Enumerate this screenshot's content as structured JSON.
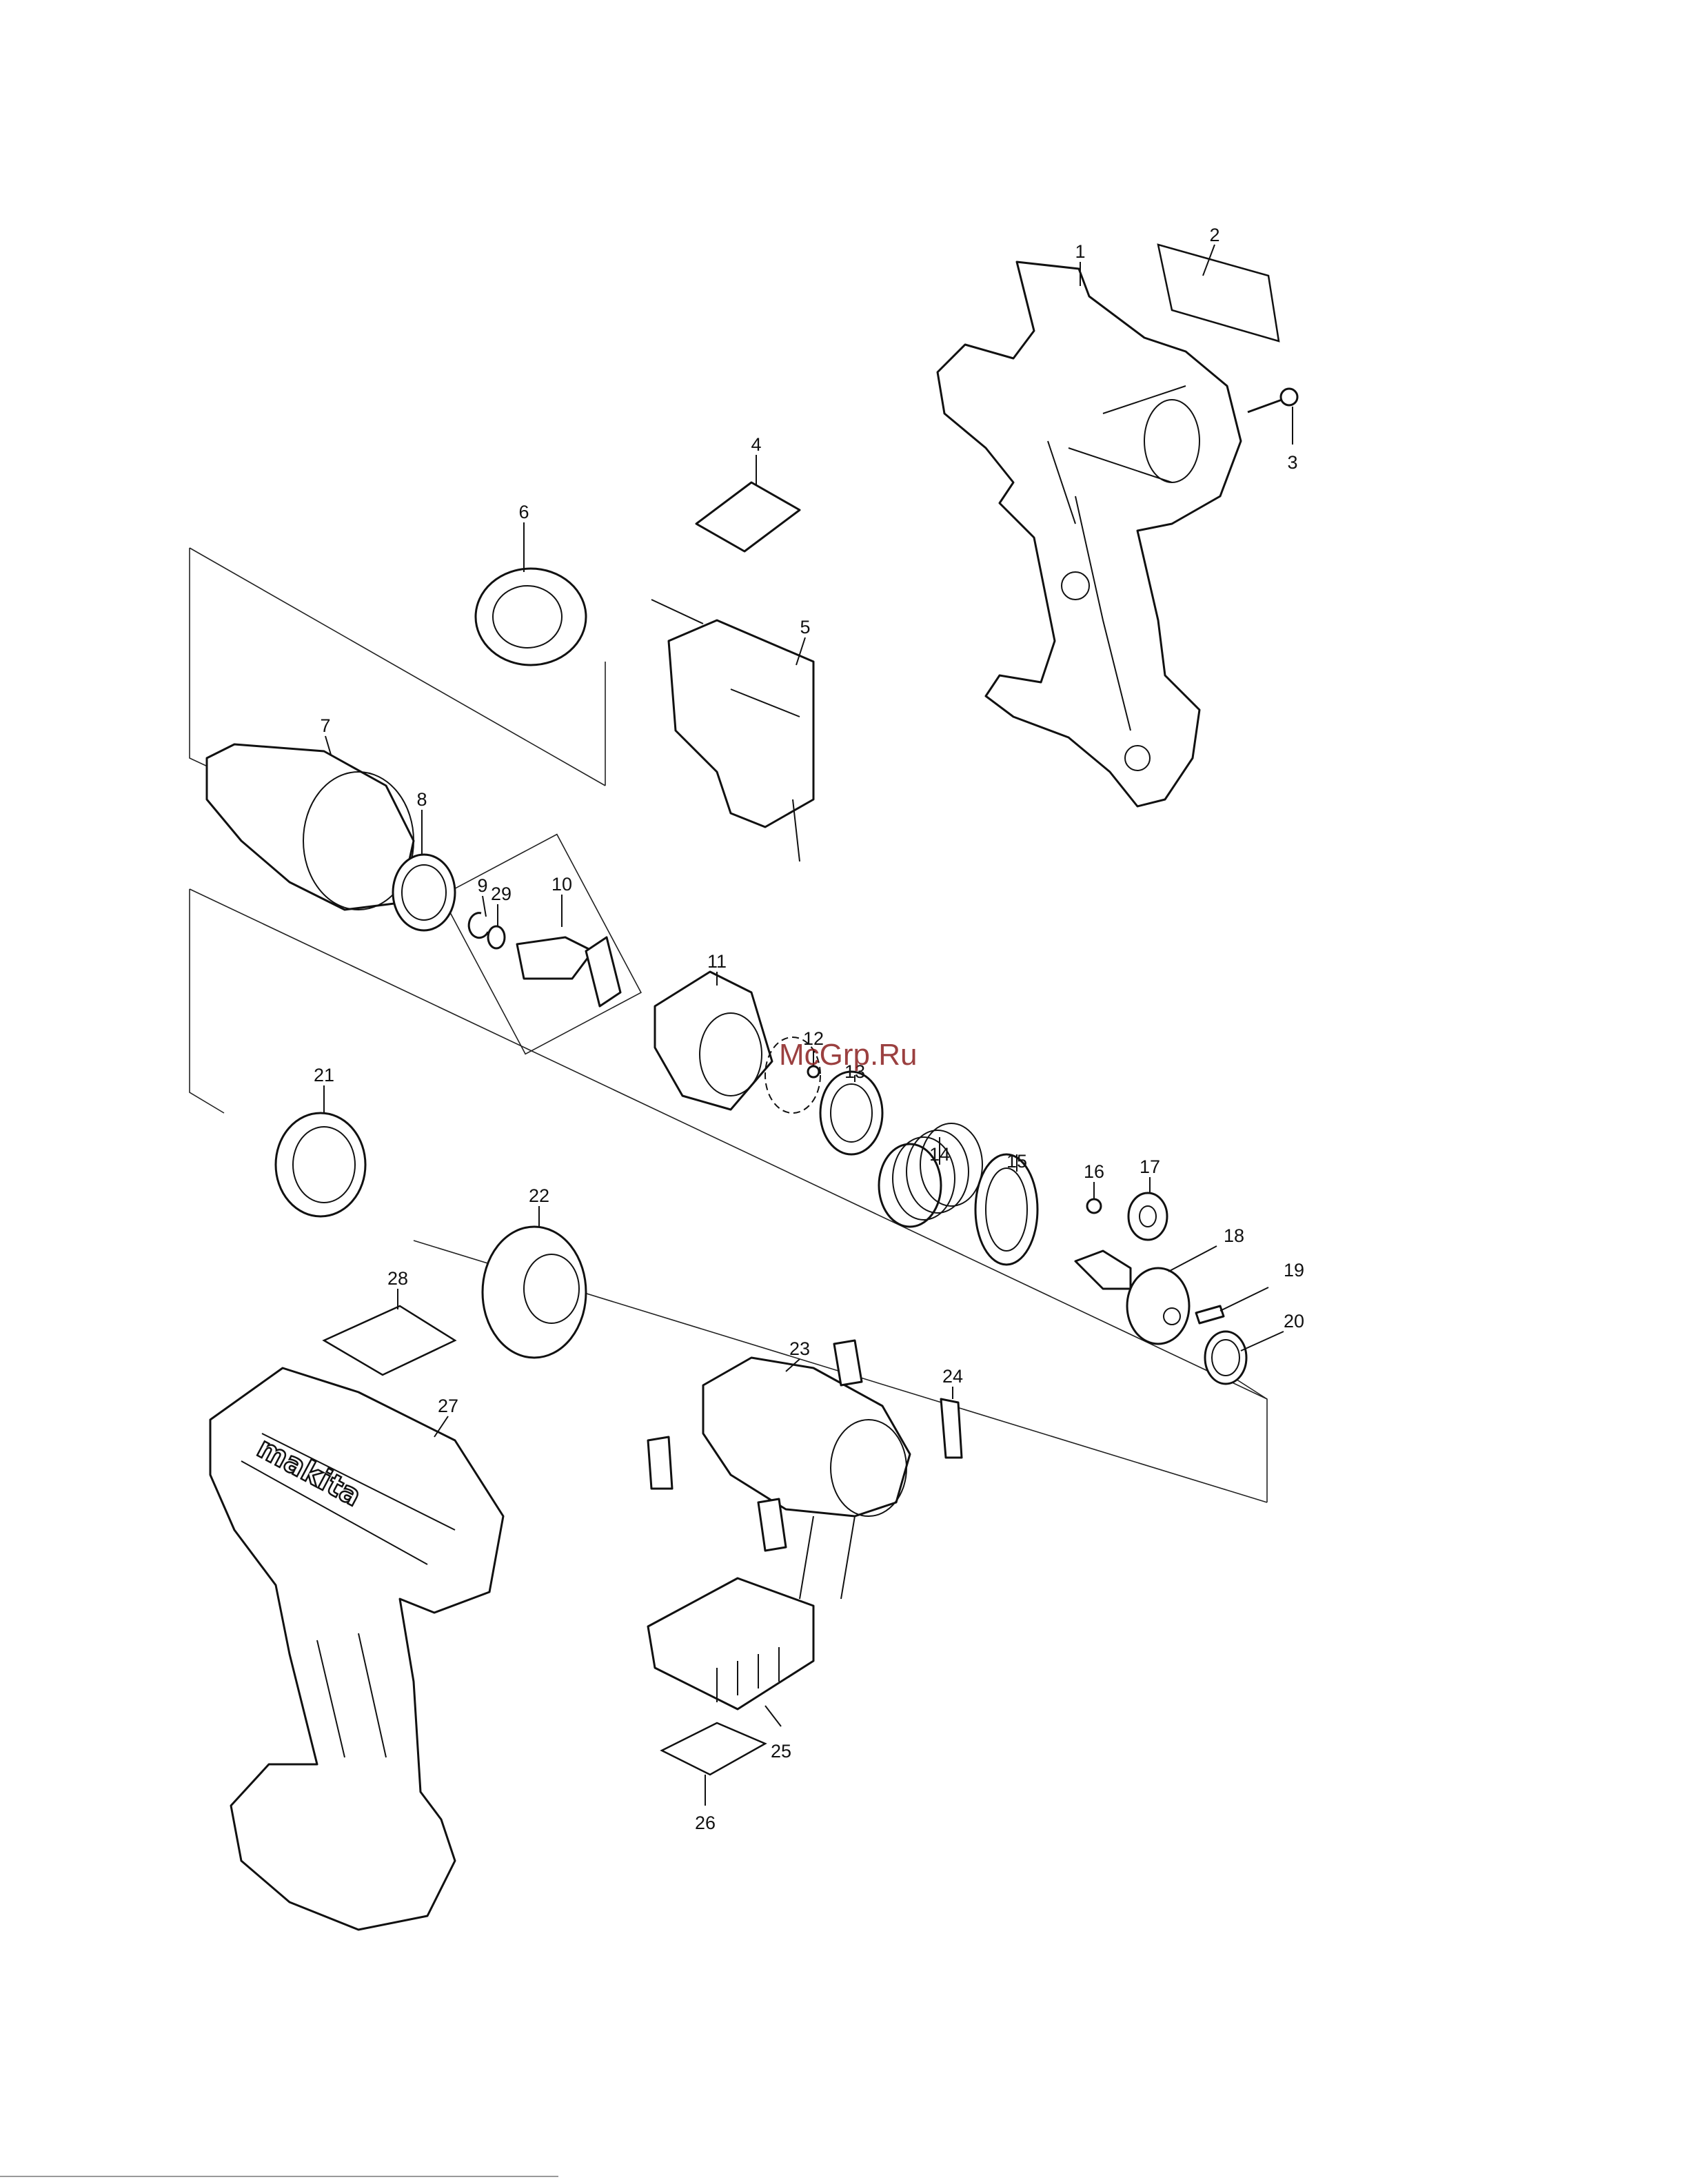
{
  "watermark": "McGrp.Ru",
  "brand_logo": "makita",
  "callouts": [
    {
      "id": "c1",
      "text": "1"
    },
    {
      "id": "c2",
      "text": "2"
    },
    {
      "id": "c3",
      "text": "3"
    },
    {
      "id": "c4",
      "text": "4"
    },
    {
      "id": "c5",
      "text": "5"
    },
    {
      "id": "c6",
      "text": "6"
    },
    {
      "id": "c7",
      "text": "7"
    },
    {
      "id": "c8",
      "text": "8"
    },
    {
      "id": "c9",
      "text": "9"
    },
    {
      "id": "c29",
      "text": "29"
    },
    {
      "id": "c10",
      "text": "10"
    },
    {
      "id": "c11",
      "text": "11"
    },
    {
      "id": "c12",
      "text": "12"
    },
    {
      "id": "c13",
      "text": "13"
    },
    {
      "id": "c14",
      "text": "14"
    },
    {
      "id": "c15",
      "text": "15"
    },
    {
      "id": "c16",
      "text": "16"
    },
    {
      "id": "c17",
      "text": "17"
    },
    {
      "id": "c18",
      "text": "18"
    },
    {
      "id": "c19",
      "text": "19"
    },
    {
      "id": "c20",
      "text": "20"
    },
    {
      "id": "c21",
      "text": "21"
    },
    {
      "id": "c22",
      "text": "22"
    },
    {
      "id": "c23",
      "text": "23"
    },
    {
      "id": "c24",
      "text": "24"
    },
    {
      "id": "c25",
      "text": "25"
    },
    {
      "id": "c26",
      "text": "26"
    },
    {
      "id": "c27",
      "text": "27"
    },
    {
      "id": "c28",
      "text": "28"
    }
  ]
}
